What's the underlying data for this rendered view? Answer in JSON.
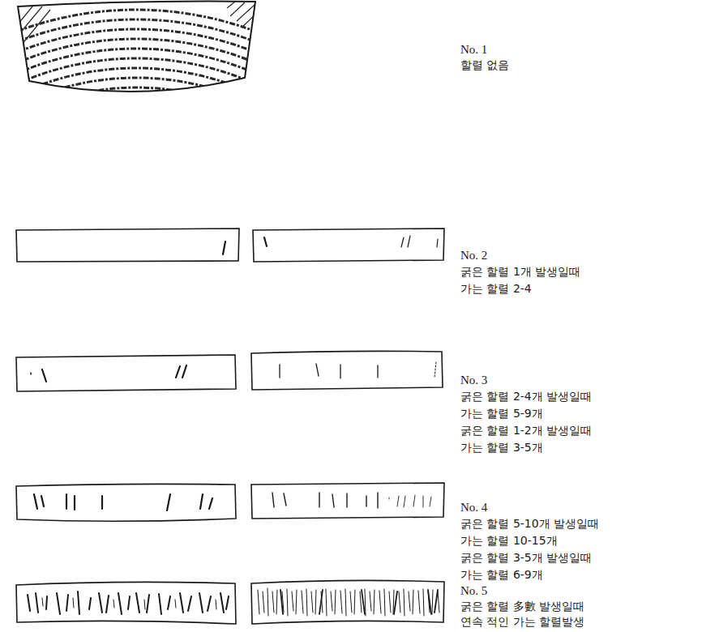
{
  "diagram": {
    "labels": [
      "No. 1",
      "할렬 없음",
      "No. 2",
      "굵은 할렬 1개 발생일때",
      "가는 할렬 2-4",
      "No. 3",
      "굵은 할렬 2-4개 발생일때",
      "가는 할렬 5-9개",
      "굵은 할렬 1-2개 발생일때",
      "가는 할렬 3-5개",
      "No. 4",
      "굵은 할렬 5-10개 발생일때",
      "가는 할렬 10-15개",
      "굵은 할렬 3-5개 발생일때",
      "가는 할렬 6-9개",
      "No. 5",
      "굵은 할렬 多數 발생일때",
      "연속 적인 가는 할렬발생"
    ]
  }
}
